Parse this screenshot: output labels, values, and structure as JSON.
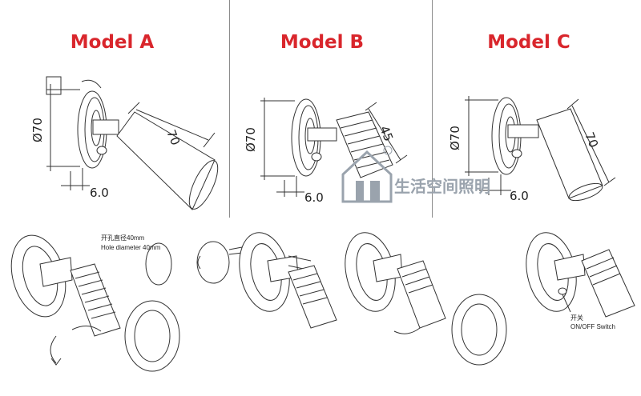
{
  "models": [
    {
      "title": "Model A",
      "diameter_label": "Ø70",
      "length_label": "70",
      "depth_label": "6.0"
    },
    {
      "title": "Model B",
      "diameter_label": "Ø70",
      "length_label": "45",
      "depth_label": "6.0"
    },
    {
      "title": "Model C",
      "diameter_label": "Ø70",
      "length_label": "70",
      "depth_label": "6.0"
    }
  ],
  "notes": {
    "hole_cn": "开孔直径40mm",
    "hole_en": "Hole diameter 40mm",
    "switch_cn": "开关",
    "switch_en": "ON/OFF Switch"
  },
  "watermark": {
    "text": "生活空间照明"
  },
  "colors": {
    "title": "#d9262c",
    "line": "#333333",
    "divider": "#8c8c8c",
    "watermark": "#9aa3ad"
  }
}
